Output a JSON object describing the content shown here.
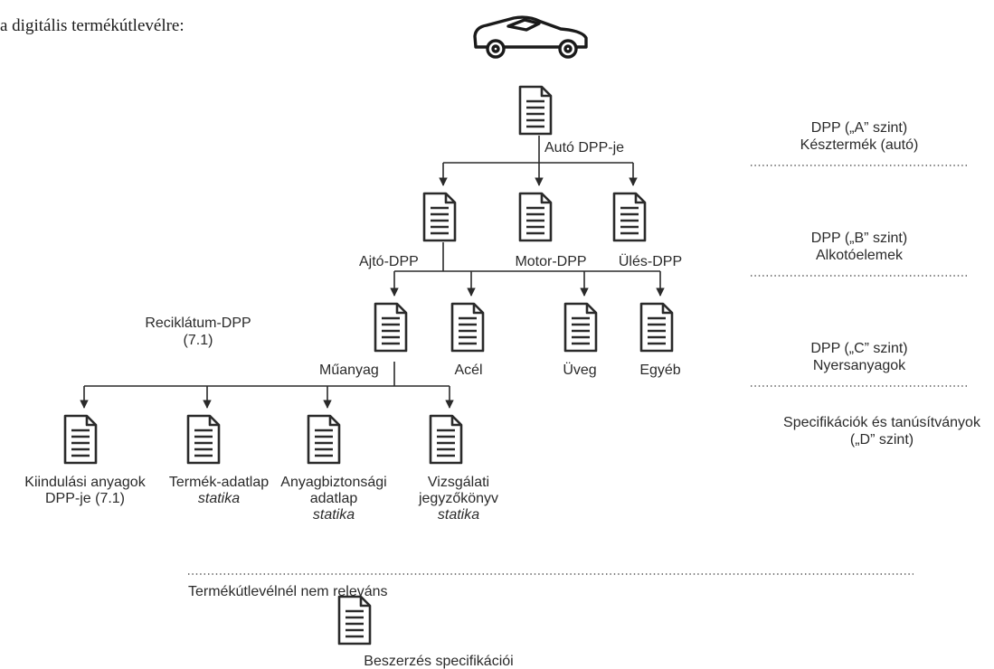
{
  "header": {
    "text": "a digitális termékútlevélre:"
  },
  "nodes": {
    "car": {
      "icon": "car-icon"
    },
    "auto": {
      "label": "Autó DPP-je"
    },
    "ajto": {
      "label": "Ajtó-DPP"
    },
    "motor": {
      "label": "Motor-DPP"
    },
    "ules": {
      "label": "Ülés-DPP"
    },
    "reciklatum": {
      "line1": "Reciklátum-DPP",
      "line2": "(7.1)"
    },
    "muanyag": {
      "label": "Műanyag"
    },
    "acel": {
      "label": "Acél"
    },
    "uveg": {
      "label": "Üveg"
    },
    "egyeb": {
      "label": "Egyéb"
    },
    "kiindulasi": {
      "line1": "Kiindulási anyagok",
      "line2": "DPP-je (7.1)"
    },
    "termek_adatlap": {
      "line1": "Termék-adatlap",
      "line2": "statika"
    },
    "anyagbiztonsagi": {
      "line1": "Anyagbiztonsági",
      "line2": "adatlap",
      "line3": "statika"
    },
    "vizsgalati": {
      "line1": "Vizsgálati",
      "line2": "jegyzőkönyv",
      "line3": "statika"
    },
    "beszerzes": {
      "label": "Beszerzés specifikációi"
    }
  },
  "levels": {
    "a": {
      "line1": "DPP („A” szint)",
      "line2": "Késztermék (autó)"
    },
    "b": {
      "line1": "DPP („B” szint)",
      "line2": "Alkotóelemek"
    },
    "c": {
      "line1": "DPP („C” szint)",
      "line2": "Nyersanyagok"
    },
    "d": {
      "line1": "Specifikációk és tanúsítványok",
      "line2": "(„D” szint)"
    }
  },
  "not_relevant": {
    "label": "Termékútlevélnél nem releváns"
  }
}
